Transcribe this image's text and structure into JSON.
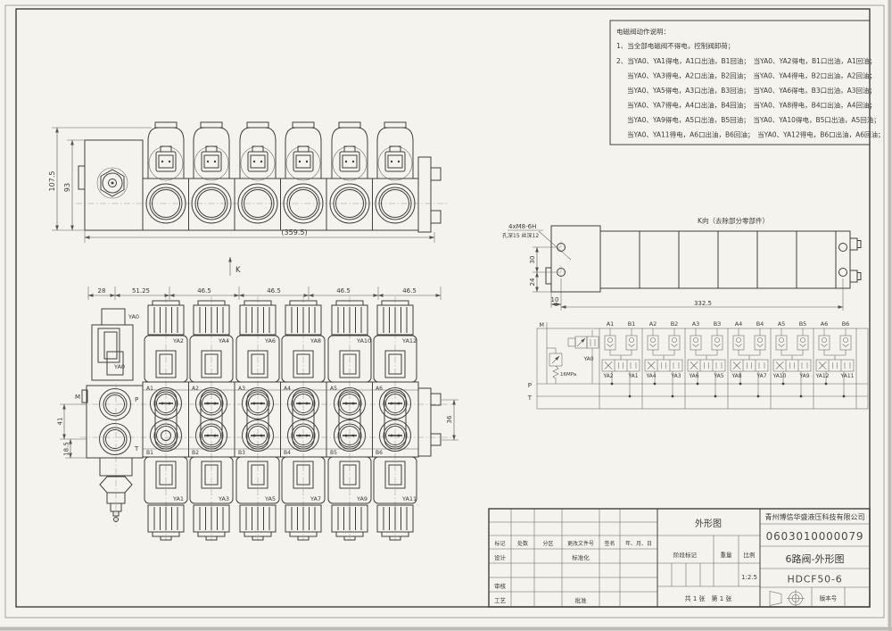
{
  "colors": {
    "paper": "#f4f3ee",
    "line": "#3f3f3f",
    "shadow": "#bdbab4"
  },
  "notes": {
    "lines": [
      "电磁阀动作说明：",
      "1、当全部电磁阀不得电，控制阀卸荷；",
      "2、当YA0、YA1得电，A1口出油，B1回油；　当YA0、YA2得电，B1口出油，A1回油；",
      "当YA0、YA3得电，A2口出油，B2回油；　当YA0、YA4得电，B2口出油，A2回油；",
      "当YA0、YA5得电，A3口出油，B3回油；　当YA0、YA6得电，B3口出油，A3回油；",
      "当YA0、YA7得电，A4口出油，B4回油；　当YA0、YA8得电，B4口出油，A4回油；",
      "当YA0、YA9得电，A5口出油，B5回油；　当YA0、YA10得电，B5口出油，A5回油；",
      "当YA0、YA11得电，A6口出油，B6回油；　当YA0、YA12得电，B6口出油，A6回油；"
    ]
  },
  "front_view": {
    "dim_height_outer": "107.5",
    "dim_height_inner": "93",
    "dim_width": "(359.5)",
    "view_arrow": "K"
  },
  "plan_view": {
    "dims_top": [
      "28",
      "51.25",
      "46.5",
      "46.5",
      "46.5",
      "46.5"
    ],
    "dim_pt": "41",
    "dim_t_edge": "18.5",
    "dim_tabs": "36",
    "port_m": "M",
    "port_p": "P",
    "port_t": "T",
    "pilot_top": "YA0",
    "pilot_bottom": "YA0",
    "solenoids_top": [
      "YA2",
      "YA4",
      "YA6",
      "YA8",
      "YA10",
      "YA12"
    ],
    "solenoids_bottom": [
      "YA1",
      "YA3",
      "YA5",
      "YA7",
      "YA9",
      "YA11"
    ],
    "ports_a": [
      "A1",
      "A2",
      "A3",
      "A4",
      "A5",
      "A6"
    ],
    "ports_b": [
      "B1",
      "B2",
      "B3",
      "B4",
      "B5",
      "B6"
    ]
  },
  "k_view": {
    "title": "K向（去除部分零部件）",
    "thread_note": "4xM8-6H",
    "depth_note": "孔深15  丝深12",
    "dim_hole_span": "30",
    "dim_hole_edge": "24",
    "dim_left_offset": "10",
    "dim_length": "332.5"
  },
  "schematic": {
    "port_m": "M",
    "port_p": "P",
    "port_t": "T",
    "pilot": "YA0",
    "pressure": "16MPa",
    "sections": [
      {
        "a": "A1",
        "b": "B1",
        "left": "YA2",
        "right": "YA1"
      },
      {
        "a": "A2",
        "b": "B2",
        "left": "YA4",
        "right": "YA3"
      },
      {
        "a": "A3",
        "b": "B3",
        "left": "YA6",
        "right": "YA5"
      },
      {
        "a": "A4",
        "b": "B4",
        "left": "YA8",
        "right": "YA7"
      },
      {
        "a": "A5",
        "b": "B5",
        "left": "YA10",
        "right": "YA9"
      },
      {
        "a": "A6",
        "b": "B6",
        "left": "YA12",
        "right": "YA11"
      }
    ]
  },
  "title_block": {
    "view_label": "外形图",
    "company": "青州博信华盛液压科技有限公司",
    "drawing_no": "0603010000079",
    "drawing_name": "6路阀-外形图",
    "model": "HDCF50-6",
    "scale_value": "1:2.5",
    "sheet_info": "共 1 张　第 1 张",
    "headers": {
      "mark": "标记",
      "count": "处数",
      "zone": "分区",
      "change_doc": "更改文件号",
      "sign": "签名",
      "date": "年、月、日",
      "design": "设计",
      "standard": "标准化",
      "check": "审核",
      "process": "工艺",
      "approve": "批准",
      "stage": "阶段标记",
      "weight": "重量",
      "scale": "比例",
      "version": "版本号"
    }
  }
}
